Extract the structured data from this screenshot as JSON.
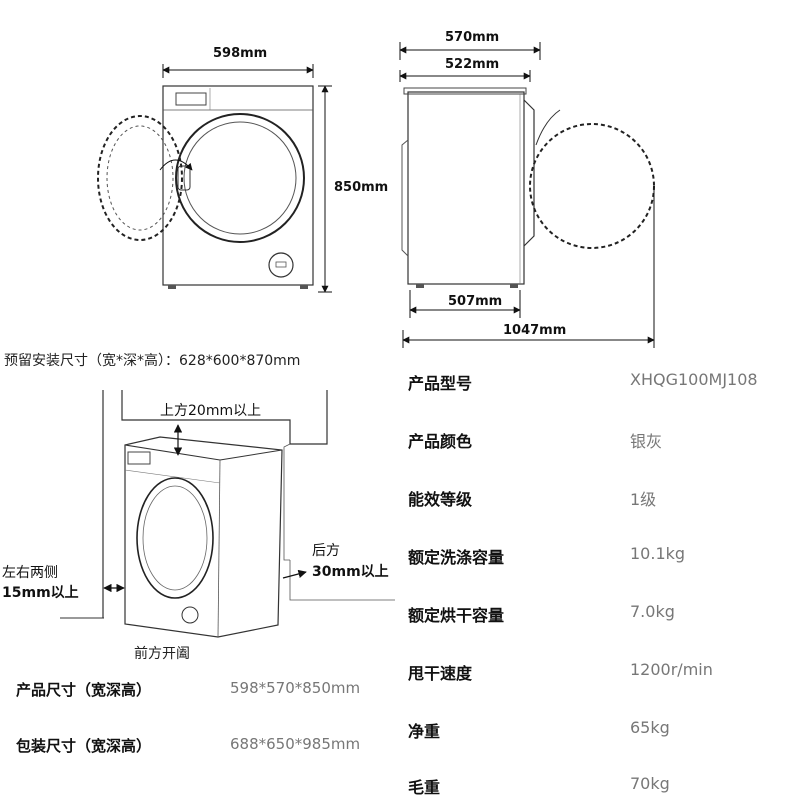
{
  "dimensions": {
    "front_width": "598mm",
    "front_height": "850mm",
    "side_depth_total": "570mm",
    "side_depth_body": "522mm",
    "side_base_depth": "507mm",
    "side_depth_door_open": "1047mm"
  },
  "install": {
    "reserved_size": "预留安装尺寸（宽*深*高）：628*600*870mm",
    "top_clearance": "上方20mm以上",
    "side_clearance_line1": "左右两侧",
    "side_clearance_line2": "15mm以上",
    "back_clearance_line1": "后方",
    "back_clearance_line2": "30mm以上",
    "front_open": "前方开阖"
  },
  "sizes": [
    {
      "label": "产品尺寸（宽深高）",
      "value": "598*570*850mm"
    },
    {
      "label": "包装尺寸（宽深高）",
      "value": "688*650*985mm"
    }
  ],
  "specs": [
    {
      "label": "产品型号",
      "value": "XHQG100MJ108"
    },
    {
      "label": "产品颜色",
      "value": "银灰"
    },
    {
      "label": "能效等级",
      "value": "1级"
    },
    {
      "label": "额定洗涤容量",
      "value": "10.1kg"
    },
    {
      "label": "额定烘干容量",
      "value": "7.0kg"
    },
    {
      "label": "甩干速度",
      "value": "1200r/min"
    },
    {
      "label": "净重",
      "value": "65kg"
    },
    {
      "label": "毛重",
      "value": "70kg"
    }
  ]
}
